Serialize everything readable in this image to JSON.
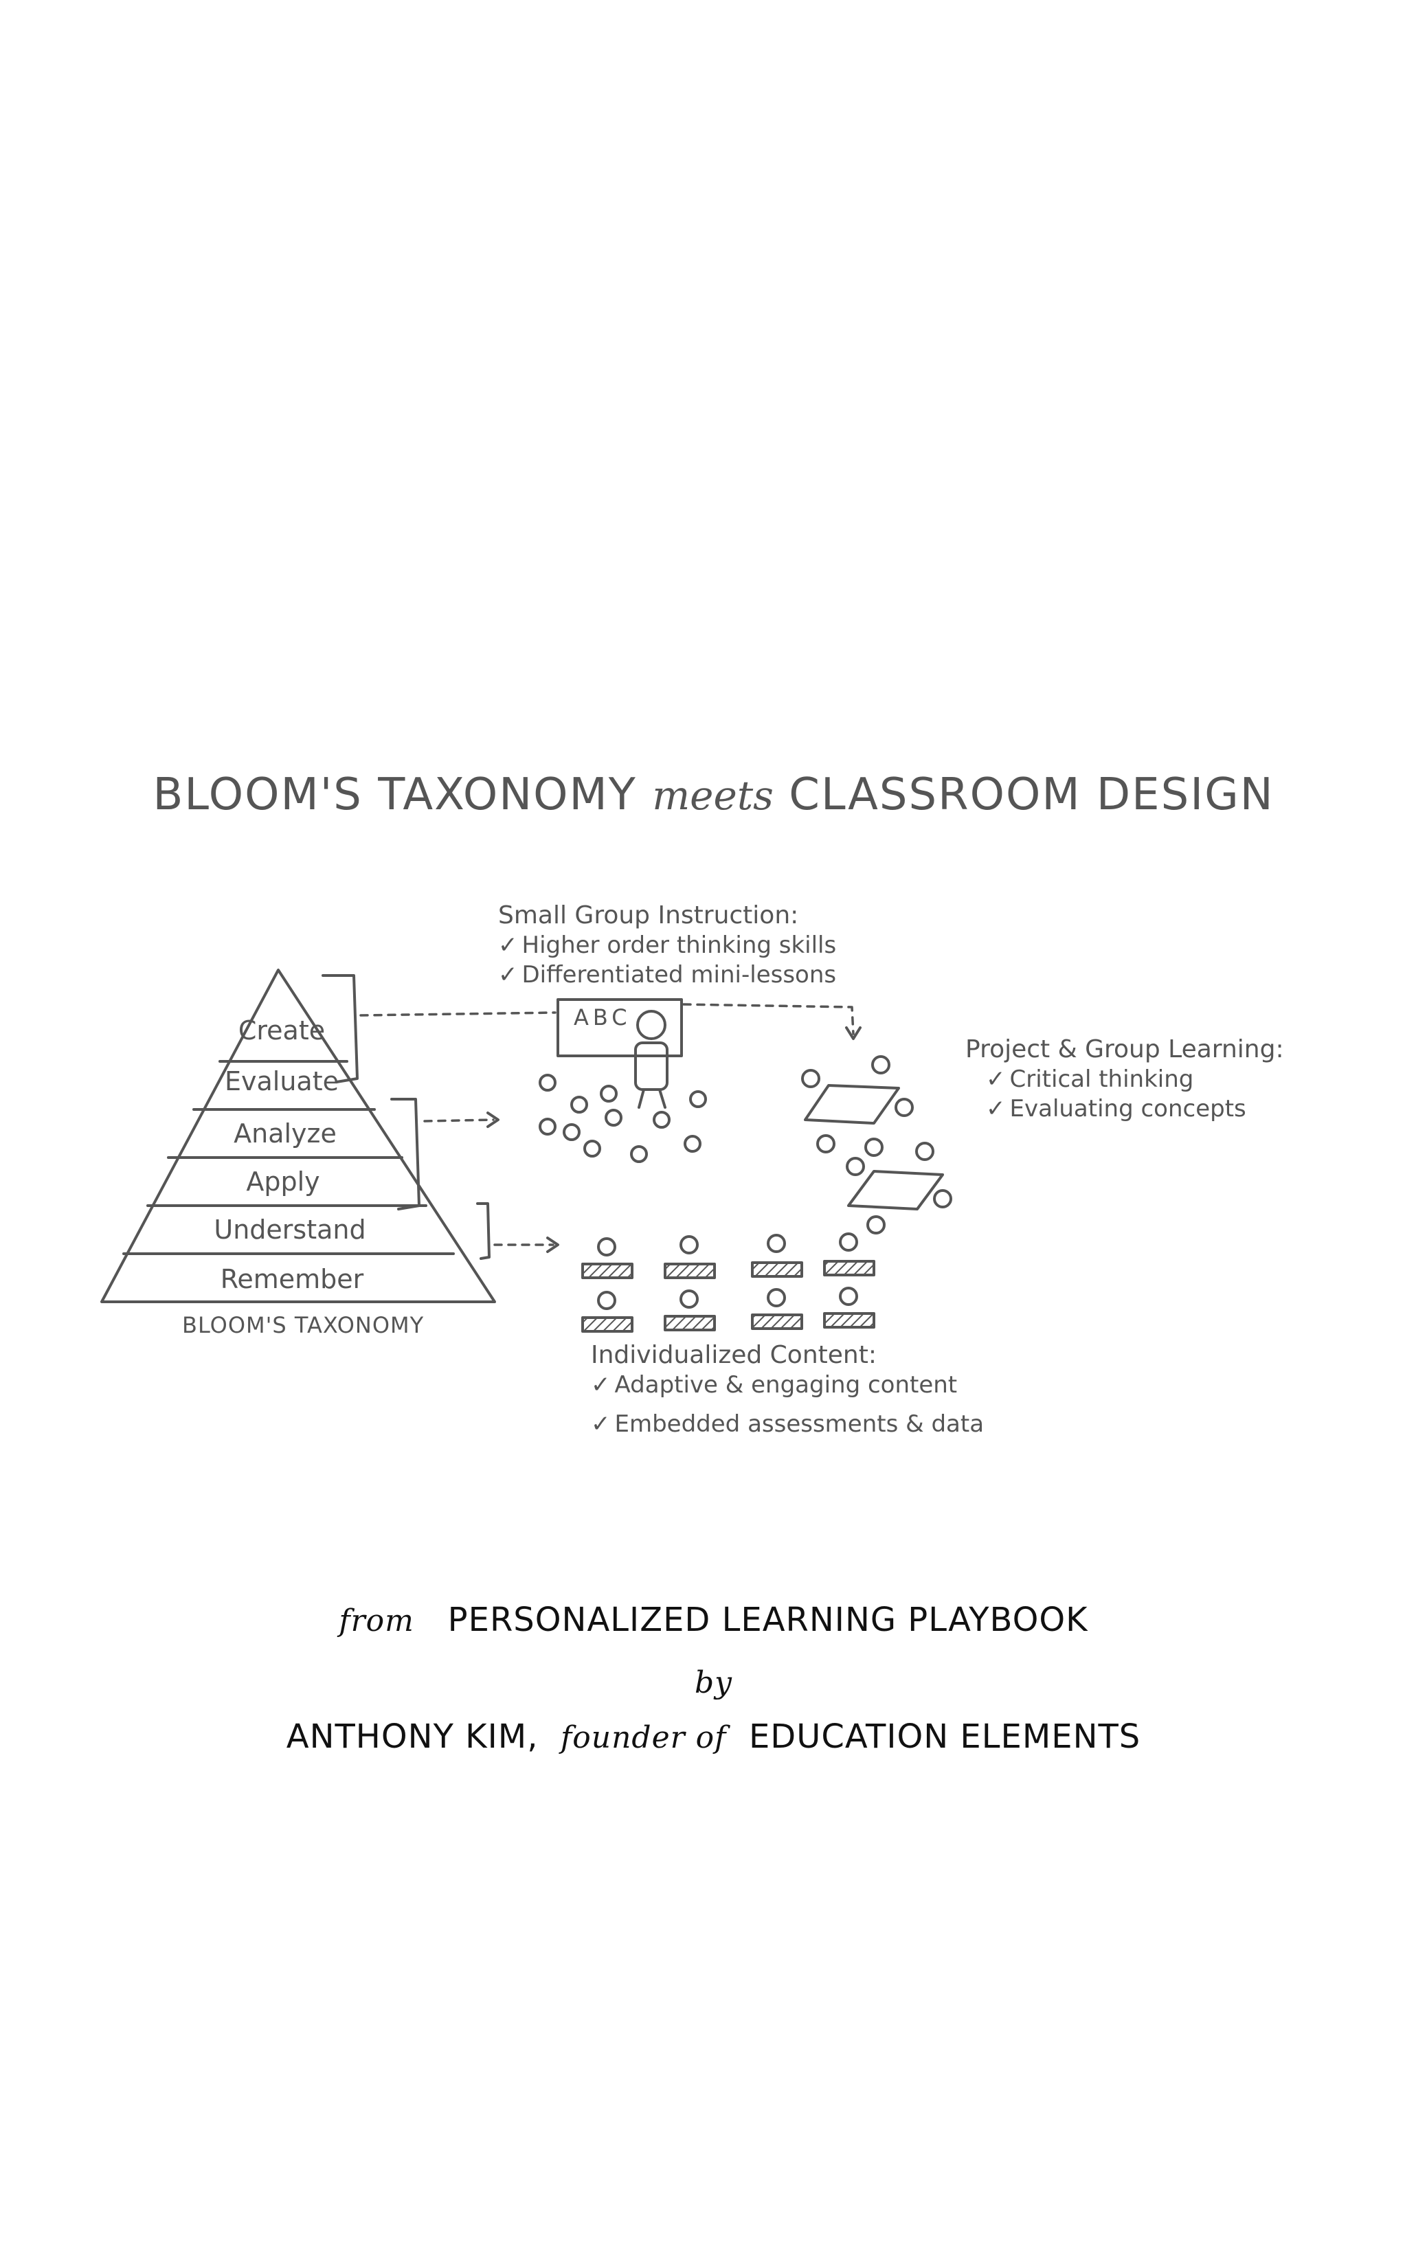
{
  "title": {
    "part1": "BLOOM'S TAXONOMY",
    "part2": "meets",
    "part3": "CLASSROOM DESIGN"
  },
  "pyramid": {
    "levels": [
      "Create",
      "Evaluate",
      "Analyze",
      "Apply",
      "Understand",
      "Remember"
    ],
    "caption": "BLOOM'S TAXONOMY"
  },
  "small_group": {
    "heading": "Small Group Instruction:",
    "items": [
      "Higher order thinking skills",
      "Differentiated mini-lessons"
    ],
    "board_text": "ABC"
  },
  "project_group": {
    "heading": "Project & Group Learning:",
    "items": [
      "Critical thinking",
      "Evaluating concepts"
    ]
  },
  "individualized": {
    "heading": "Individualized Content:",
    "items": [
      "Adaptive & engaging content",
      "Embedded assessments & data"
    ]
  },
  "credit": {
    "from": "from",
    "book": "PERSONALIZED LEARNING PLAYBOOK",
    "by": "by",
    "author": "ANTHONY KIM,",
    "role": "founder of",
    "org": "EDUCATION ELEMENTS"
  }
}
